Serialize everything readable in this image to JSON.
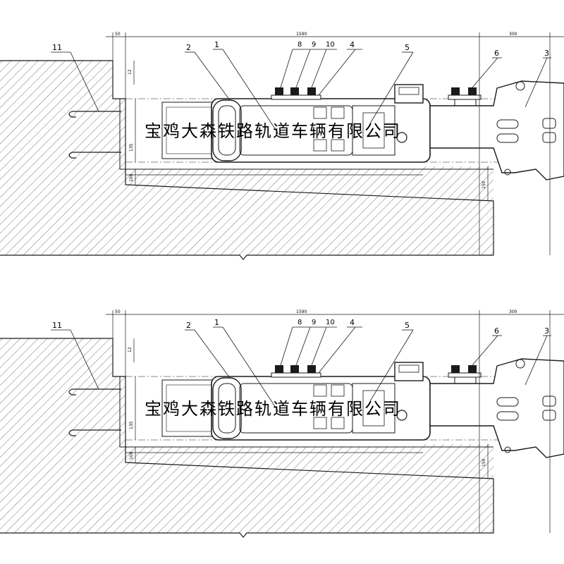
{
  "drawing": {
    "dimensions": {
      "left_offset": "50",
      "overall_length": "1590",
      "right_extension": "300",
      "top_gap": "12",
      "buffer_height": "135",
      "base_height": "100",
      "drop_height": "150"
    },
    "part_numbers": {
      "p1": "1",
      "p2": "2",
      "p3": "3",
      "p4": "4",
      "p5": "5",
      "p6": "6",
      "p8": "8",
      "p9": "9",
      "p10": "10",
      "p11": "11"
    },
    "watermark": "宝鸡大森铁路轨道车辆有限公司"
  },
  "colors": {
    "line": "#1a1a1a",
    "hatch": "#555555",
    "watermark": "#000000"
  }
}
